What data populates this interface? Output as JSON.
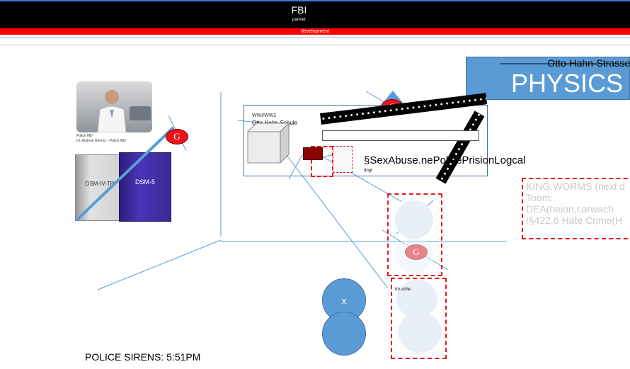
{
  "header": {
    "title": "FBI",
    "subtitle": "partner",
    "banner": "development"
  },
  "physics": {
    "street": "Otto-Hahn-Strasse",
    "title": "PHYSICS"
  },
  "photo_caption": {
    "line1": "Police MD",
    "line2": "Dr. Andrew Dennis – Police MD"
  },
  "books": {
    "left_label": "DSM-IV-TR",
    "right_label": "DSM-5"
  },
  "badge": "G",
  "diagram": {
    "ww_label": "WWI/WW2",
    "school_label": "Otto-Hahn-Schule",
    "sex_label": "§SexAbuse.nePolicePrisionLogcal",
    "dogi": "dogi"
  },
  "worms": {
    "text": "KING.WORMS (next d\nToom:\nDEA(heion,carwach\n!§422.6 Hate Crime(H"
  },
  "circle_label": "x",
  "kirsche": "Kir-sche",
  "footer": {
    "police": "POLICE SIRENS: 5:51PM"
  },
  "colors": {
    "accent_blue": "#5b9bd5",
    "red": "#e8151b",
    "black": "#000000"
  }
}
